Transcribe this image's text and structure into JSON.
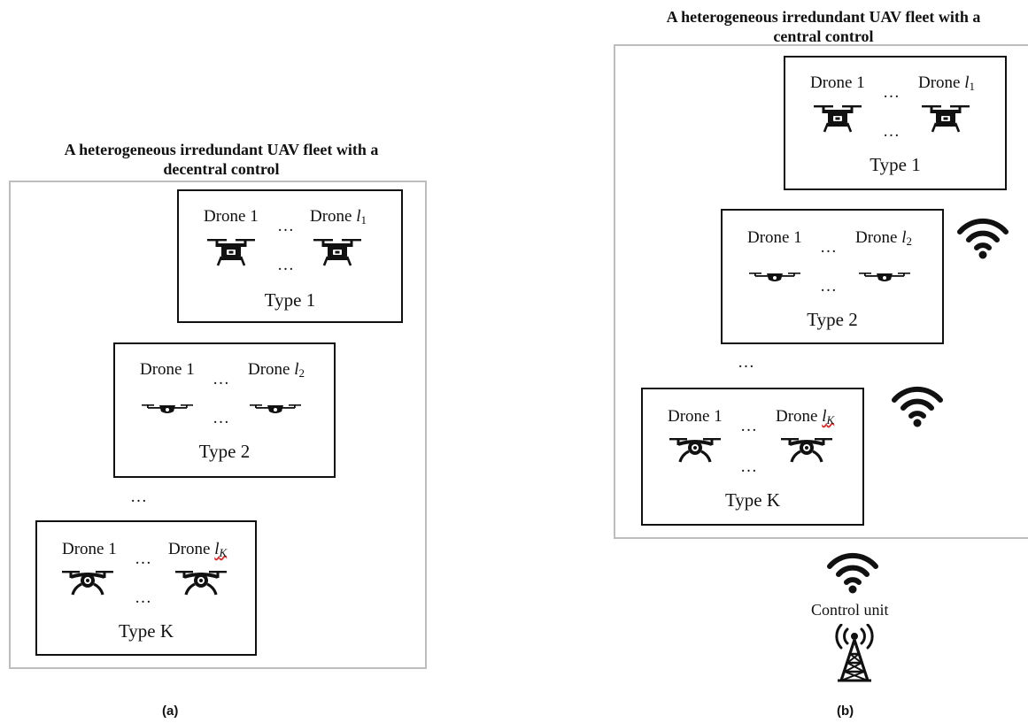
{
  "panel_a": {
    "title_line1": "A heterogeneous irredundant UAV fleet with a",
    "title_line2": "decentral control",
    "caption": "(a)"
  },
  "panel_b": {
    "title_line1": "A heterogeneous irredundant UAV fleet with a",
    "title_line2": "central control",
    "caption": "(b)",
    "control_unit_label": "Control unit"
  },
  "common": {
    "drone_word": "Drone",
    "drone_first_label": "Drone 1",
    "ellipsis": "…",
    "between_groups_dots": "…",
    "type1": {
      "label": "Type 1",
      "subscript": "1",
      "drone_icon": "quadcopter-camera-icon"
    },
    "type2": {
      "label": "Type 2",
      "subscript": "2",
      "drone_icon": "mini-drone-icon"
    },
    "typeK": {
      "label": "Type K",
      "subscript": "K",
      "drone_icon": "racing-quadcopter-icon"
    },
    "index_letter": "l",
    "wifi_icon": "wifi-icon",
    "tower_icon": "radio-tower-icon"
  },
  "colors": {
    "outer_border": "#bdbdbd",
    "box_border": "#111111",
    "spellcheck_underline": "#d03030"
  }
}
